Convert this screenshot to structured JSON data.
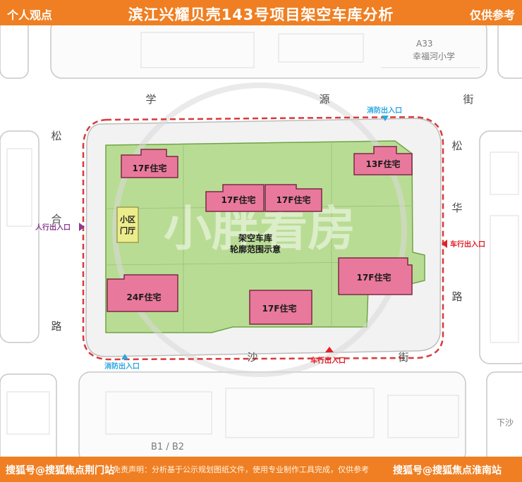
{
  "header": {
    "left_label": "个人观点",
    "title": "滨江兴耀贝壳143号项目架空车库分析",
    "right_label": "仅供参考"
  },
  "roads": {
    "top": [
      "学",
      "源",
      "街"
    ],
    "left": [
      "松",
      "合",
      "路"
    ],
    "right": [
      "松",
      "华",
      "路"
    ],
    "bottom": [
      "沙",
      "街"
    ]
  },
  "labels": {
    "school_code": "A33",
    "school_name": "幸福河小学",
    "right_bottom_area": "下沙",
    "bottom_left_code": "B1 / B2",
    "watermark": "小胖看房"
  },
  "buildings": [
    {
      "id": "b1",
      "label": "17F住宅"
    },
    {
      "id": "b2",
      "label": "13F住宅"
    },
    {
      "id": "b3",
      "label": "17F住宅"
    },
    {
      "id": "b4",
      "label": "17F住宅"
    },
    {
      "id": "b5",
      "label": "17F住宅"
    },
    {
      "id": "b6",
      "label": "24F住宅"
    },
    {
      "id": "b7",
      "label": "17F住宅"
    }
  ],
  "gate": {
    "label_line1": "小区",
    "label_line2": "门厅"
  },
  "garage": {
    "line1": "架空车库",
    "line2": "轮廓范围示意"
  },
  "entrances": {
    "fire_top": "消防出入口",
    "fire_bottom": "消防出入口",
    "pedestrian_left": "人行出入口",
    "vehicle_right": "车行出入口",
    "vehicle_bottom": "车行出入口"
  },
  "colors": {
    "header_bg": "#ef7f22",
    "garage_fill": "#b9dc94",
    "building_fill": "#e9799c",
    "gate_fill": "#ecec8c",
    "boundary_red": "#d9393c",
    "fire_blue": "#29a7e1",
    "pedestrian_purple": "#8a3d8e",
    "vehicle_red": "#e0202a"
  },
  "footer": {
    "watermark_left": "搜狐号@搜狐焦点荆门站",
    "disclaimer": "免责声明：分析基于公示规划图纸文件，使用专业制作工具完成，仅供参考",
    "watermark_right": "搜狐号@搜狐焦点淮南站"
  }
}
